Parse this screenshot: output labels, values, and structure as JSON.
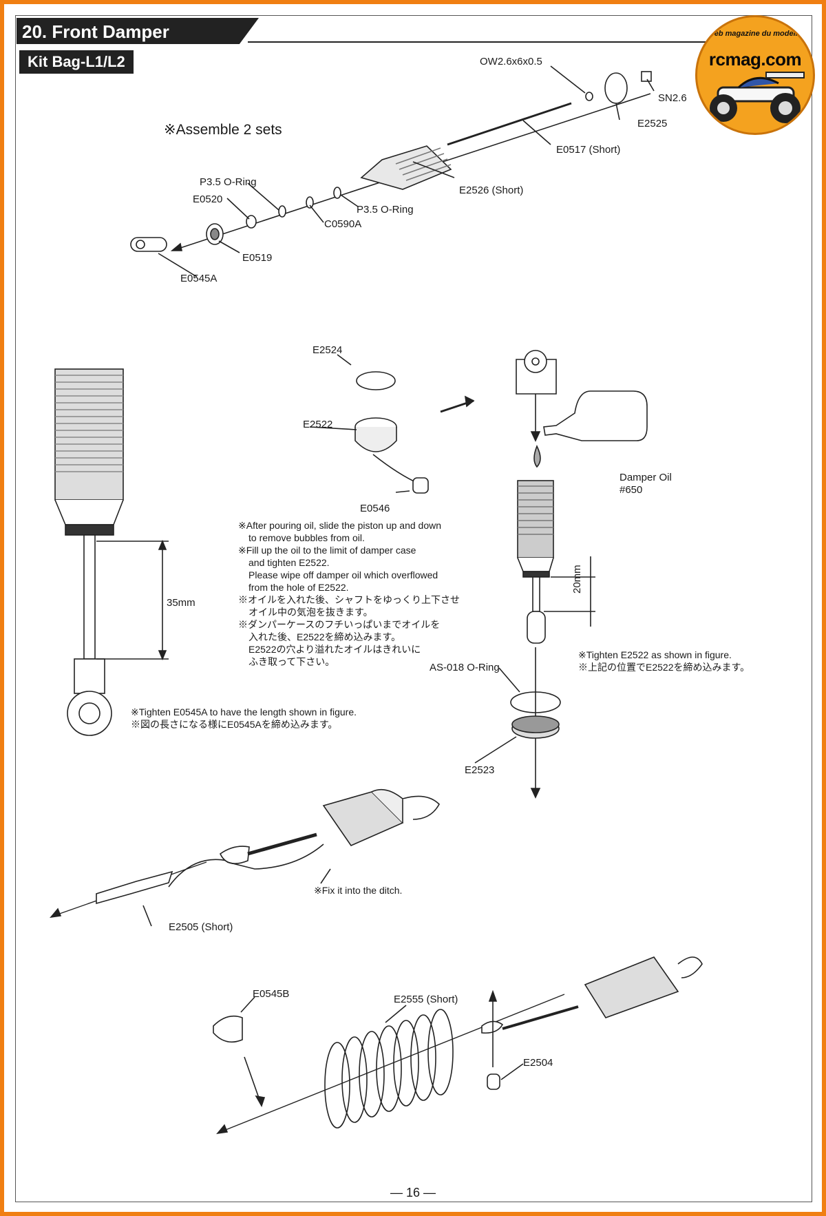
{
  "header": {
    "title": "20. Front Damper",
    "kit_tag": "Kit Bag-L1/L2"
  },
  "logo": {
    "brand": "rcmag.com",
    "tagline": "Le web magazine du modelisme"
  },
  "assemble_note": "※Assemble 2 sets",
  "parts": {
    "ow": "OW2.6x6x0.5",
    "sn": "SN2.6",
    "e2525": "E2525",
    "e0517": "E0517 (Short)",
    "e2526": "E2526 (Short)",
    "oring_top": "P3.5 O-Ring",
    "e0520": "E0520",
    "oring_mid": "P3.5 O-Ring",
    "c0590a": "C0590A",
    "e0519": "E0519",
    "e0545a": "E0545A",
    "e2524": "E2524",
    "e2522": "E2522",
    "e0546": "E0546",
    "damper_oil": "Damper Oil",
    "oil_grade": "#650",
    "as018": "AS-018 O-Ring",
    "e2523": "E2523",
    "e2505": "E2505 (Short)",
    "e0545b": "E0545B",
    "e2555": "E2555 (Short)",
    "e2504": "E2504"
  },
  "dimensions": {
    "length_35": "35mm",
    "length_20": "20mm"
  },
  "notes": {
    "oil_instructions": [
      "※After pouring oil, slide the piston up and down",
      "to remove bubbles from oil.",
      "※Fill up the oil to the limit of damper case",
      "and tighten E2522.",
      "Please wipe off damper oil which overflowed",
      "from the hole of E2522.",
      "※オイルを入れた後、シャフトをゆっくり上下させ",
      "オイル中の気泡を抜きます。",
      "※ダンパーケースのフチいっぱいまでオイルを",
      "入れた後、E2522を締め込みます。",
      "E2522の穴より溢れたオイルはきれいに",
      "ふき取って下さい。"
    ],
    "tighten_e0545a": [
      "※Tighten E0545A to have the length shown in figure.",
      "※図の長さになる様にE0545Aを締め込みます。"
    ],
    "tighten_e2522": [
      "※Tighten E2522 as shown in figure.",
      "※上記の位置でE2522を締め込みます。"
    ],
    "fix_ditch": "※Fix it into the ditch."
  },
  "page_number": "— 16 —"
}
